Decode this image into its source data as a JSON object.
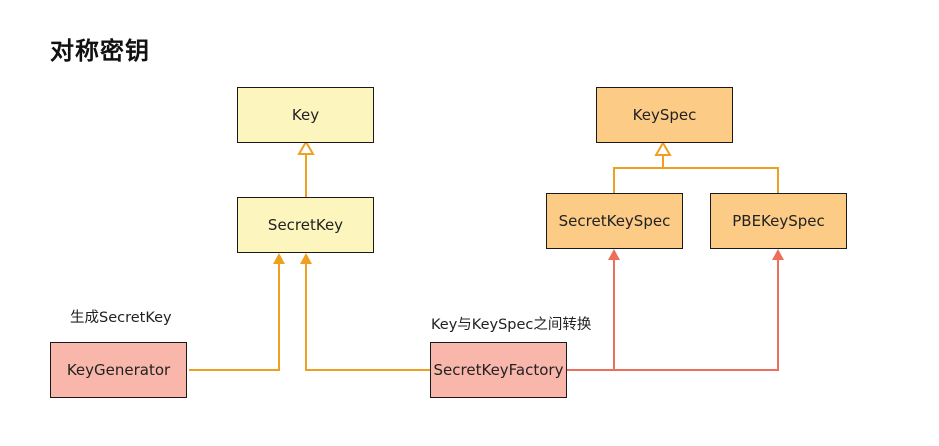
{
  "title": "对称密钥",
  "nodes": {
    "key": "Key",
    "secret_key": "SecretKey",
    "key_spec": "KeySpec",
    "secret_key_spec": "SecretKeySpec",
    "pbe_key_spec": "PBEKeySpec",
    "key_generator": "KeyGenerator",
    "secret_key_factory": "SecretKeyFactory"
  },
  "annotations": {
    "key_generator_note": "生成SecretKey",
    "factory_note": "Key与KeySpec之间转换"
  },
  "colors": {
    "interface_fill": "#fdf5be",
    "spec_fill": "#fccb86",
    "engine_fill": "#f9b7ac",
    "inheritance_edge": "#f0a020",
    "factory_edge": "#ec6f5e"
  }
}
